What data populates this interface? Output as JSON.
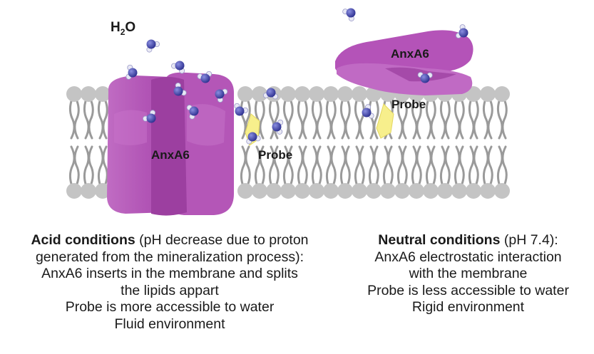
{
  "labels": {
    "water": "H",
    "water_sub": "2",
    "water_tail": "O",
    "protein_left": "AnxA6",
    "protein_right": "AnxA6",
    "probe_left": "Probe",
    "probe_right": "Probe"
  },
  "acid": {
    "heading": "Acid conditions",
    "heading_rest": " (pH decrease due to proton",
    "lines": [
      "generated from the mineralization process):",
      "AnxA6 inserts in the membrane and splits",
      "the lipids appart",
      "Probe is more accessible to water",
      "Fluid environment"
    ]
  },
  "neutral": {
    "heading": "Neutral conditions",
    "heading_rest": " (pH 7.4):",
    "lines": [
      "AnxA6 electrostatic interaction",
      "with the membrane",
      "Probe is less accessible to water",
      "Rigid environment"
    ]
  },
  "colors": {
    "protein": "#b556b8",
    "protein_dark": "#9a3f9e",
    "lipid_head": "#c4c4c4",
    "lipid_tail": "#9a9a9a",
    "probe": "#f7ef8c",
    "water_o": "#3b3fae",
    "water_h": "#e8e8f4"
  }
}
